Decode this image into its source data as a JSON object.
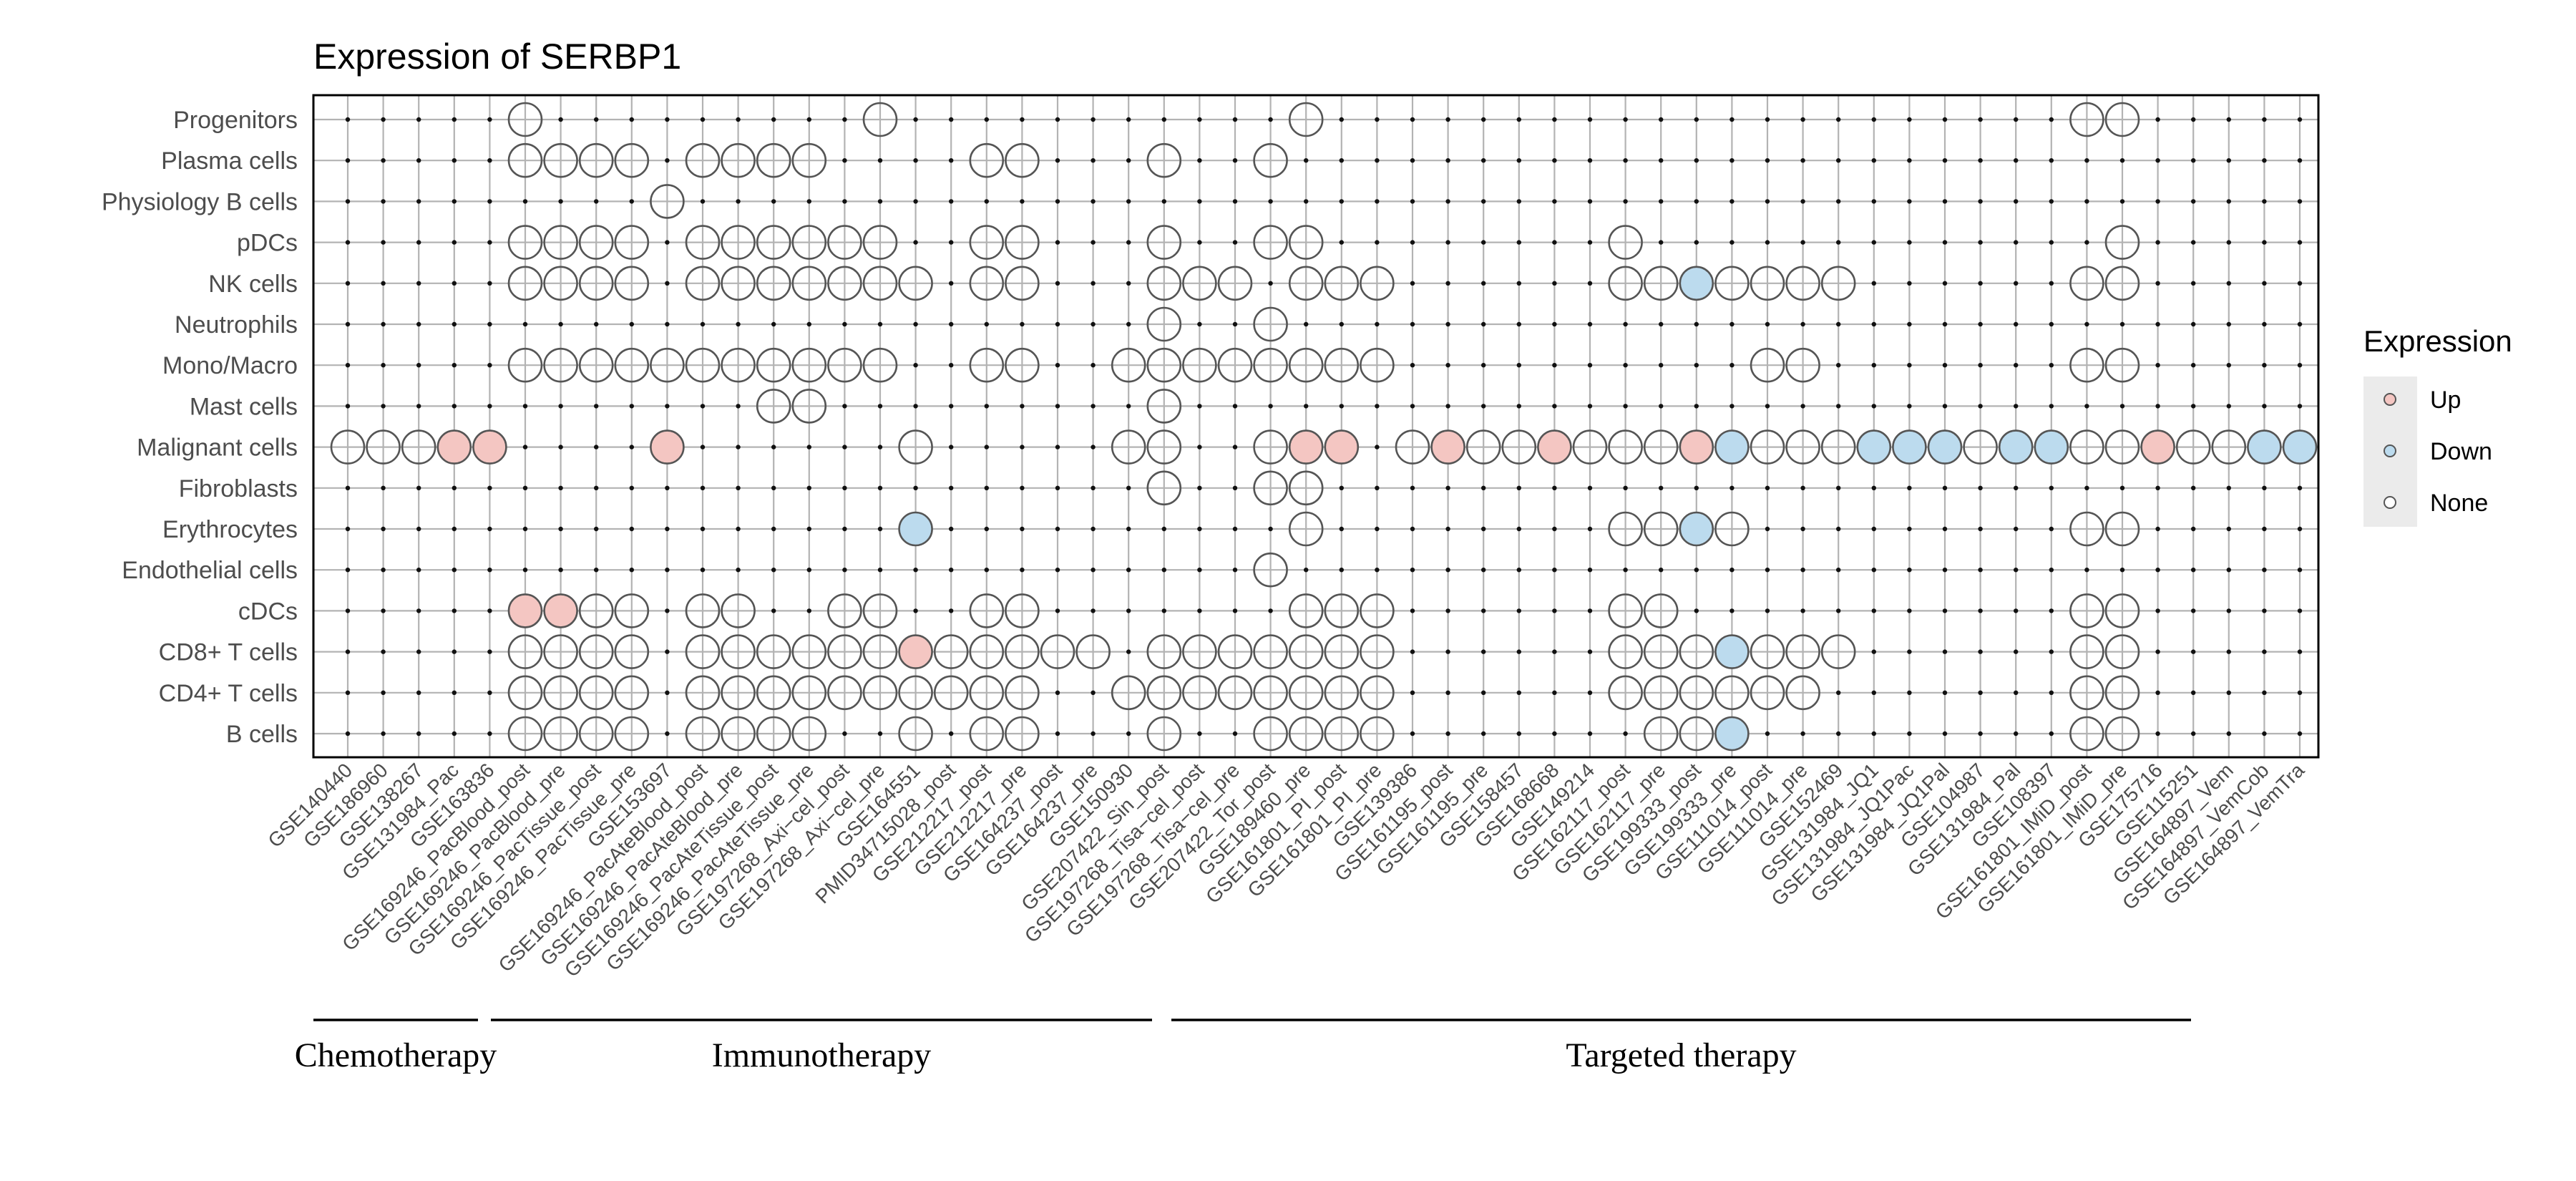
{
  "chart_data": {
    "type": "dot-matrix",
    "title": "Expression of SERBP1",
    "xlabel": "",
    "ylabel": "",
    "rows": [
      "Progenitors",
      "Plasma cells",
      "Physiology B cells",
      "pDCs",
      "NK cells",
      "Neutrophils",
      "Mono/Macro",
      "Mast cells",
      "Malignant cells",
      "Fibroblasts",
      "Erythrocytes",
      "Endothelial cells",
      "cDCs",
      "CD8+ T cells",
      "CD4+ T cells",
      "B cells"
    ],
    "columns": [
      "GSE140440",
      "GSE186960",
      "GSE138267",
      "GSE131984_Pac",
      "GSE163836",
      "GSE169246_PacBlood_post",
      "GSE169246_PacBlood_pre",
      "GSE169246_PacTissue_post",
      "GSE169246_PacTissue_pre",
      "GSE153697",
      "GSE169246_PacAteBlood_post",
      "GSE169246_PacAteBlood_pre",
      "GSE169246_PacAteTissue_post",
      "GSE169246_PacAteTissue_pre",
      "GSE197268_Axi−cel_post",
      "GSE197268_Axi−cel_pre",
      "GSE164551",
      "PMID34715028_post",
      "GSE212217_post",
      "GSE212217_pre",
      "GSE164237_post",
      "GSE164237_pre",
      "GSE150930",
      "GSE207422_Sin_post",
      "GSE197268_Tisa−cel_post",
      "GSE197268_Tisa−cel_pre",
      "GSE207422_Tor_post",
      "GSE189460_pre",
      "GSE161801_PI_post",
      "GSE161801_PI_pre",
      "GSE139386",
      "GSE161195_post",
      "GSE161195_pre",
      "GSE158457",
      "GSE168668",
      "GSE149214",
      "GSE162117_post",
      "GSE162117_pre",
      "GSE199333_post",
      "GSE199333_pre",
      "GSE111014_post",
      "GSE111014_pre",
      "GSE152469",
      "GSE131984_JQ1",
      "GSE131984_JQ1Pac",
      "GSE131984_JQ1Pal",
      "GSE104987",
      "GSE131984_Pal",
      "GSE108397",
      "GSE161801_IMiD_post",
      "GSE161801_IMiD_pre",
      "GSE175716",
      "GSE115251",
      "GSE164897_Vem",
      "GSE164897_VemCob",
      "GSE164897_VemTra"
    ],
    "legend": {
      "title": "Expression",
      "position": "right",
      "entries": [
        {
          "label": "Up",
          "color": "#f4c6c2"
        },
        {
          "label": "Down",
          "color": "#bcdbee"
        },
        {
          "label": "None",
          "color": "#ffffff"
        }
      ]
    },
    "groups": [
      {
        "label": "Chemotherapy",
        "from": 0,
        "to": 4
      },
      {
        "label": "Immunotherapy",
        "from": 5,
        "to": 23
      },
      {
        "label": "Targeted therapy",
        "from": 24,
        "to": 52
      }
    ],
    "cells": {
      "Progenitors": {
        "None": [
          5,
          15,
          27,
          49,
          50
        ]
      },
      "Plasma cells": {
        "None": [
          5,
          6,
          7,
          8,
          10,
          11,
          12,
          13,
          18,
          19,
          23,
          26
        ]
      },
      "Physiology B cells": {
        "None": [
          9
        ]
      },
      "pDCs": {
        "None": [
          5,
          6,
          7,
          8,
          10,
          11,
          12,
          13,
          14,
          15,
          18,
          19,
          23,
          26,
          27,
          36,
          50
        ]
      },
      "NK cells": {
        "None": [
          5,
          6,
          7,
          8,
          10,
          11,
          12,
          13,
          14,
          15,
          16,
          18,
          19,
          23,
          24,
          25,
          27,
          28,
          29,
          36,
          37,
          39,
          40,
          41,
          42,
          49,
          50
        ],
        "Down": [
          38
        ]
      },
      "Neutrophils": {
        "None": [
          23,
          26
        ]
      },
      "Mono/Macro": {
        "None": [
          5,
          6,
          7,
          8,
          9,
          10,
          11,
          12,
          13,
          14,
          15,
          18,
          19,
          22,
          23,
          24,
          25,
          26,
          27,
          28,
          29,
          40,
          41,
          49,
          50
        ]
      },
      "Mast cells": {
        "None": [
          12,
          13,
          23
        ]
      },
      "Malignant cells": {
        "None": [
          0,
          1,
          2,
          16,
          22,
          23,
          26,
          30,
          32,
          33,
          35,
          36,
          37,
          40,
          41,
          42,
          46,
          49,
          50,
          52,
          53
        ],
        "Up": [
          3,
          4,
          9,
          27,
          28,
          31,
          34,
          38,
          51
        ],
        "Down": [
          39,
          43,
          44,
          45,
          47,
          48,
          54,
          55
        ]
      },
      "Fibroblasts": {
        "None": [
          23,
          26,
          27
        ]
      },
      "Erythrocytes": {
        "None": [
          27,
          36,
          37,
          39,
          49,
          50
        ],
        "Down": [
          16,
          38
        ]
      },
      "Endothelial cells": {
        "None": [
          26
        ]
      },
      "cDCs": {
        "None": [
          7,
          8,
          10,
          11,
          14,
          15,
          18,
          19,
          27,
          28,
          29,
          36,
          37,
          49,
          50
        ],
        "Up": [
          5,
          6
        ]
      },
      "CD8+ T cells": {
        "None": [
          5,
          6,
          7,
          8,
          10,
          11,
          12,
          13,
          14,
          15,
          17,
          18,
          19,
          20,
          21,
          23,
          24,
          25,
          26,
          27,
          28,
          29,
          36,
          37,
          38,
          40,
          41,
          42,
          49,
          50
        ],
        "Up": [
          16
        ],
        "Down": [
          39
        ]
      },
      "CD4+ T cells": {
        "None": [
          5,
          6,
          7,
          8,
          10,
          11,
          12,
          13,
          14,
          15,
          16,
          17,
          18,
          19,
          22,
          23,
          24,
          25,
          26,
          27,
          28,
          29,
          36,
          37,
          38,
          39,
          40,
          41,
          49,
          50
        ]
      },
      "B cells": {
        "None": [
          5,
          6,
          7,
          8,
          10,
          11,
          12,
          13,
          16,
          18,
          19,
          23,
          26,
          27,
          28,
          29,
          37,
          38,
          49,
          50
        ],
        "Down": [
          39
        ]
      }
    }
  }
}
